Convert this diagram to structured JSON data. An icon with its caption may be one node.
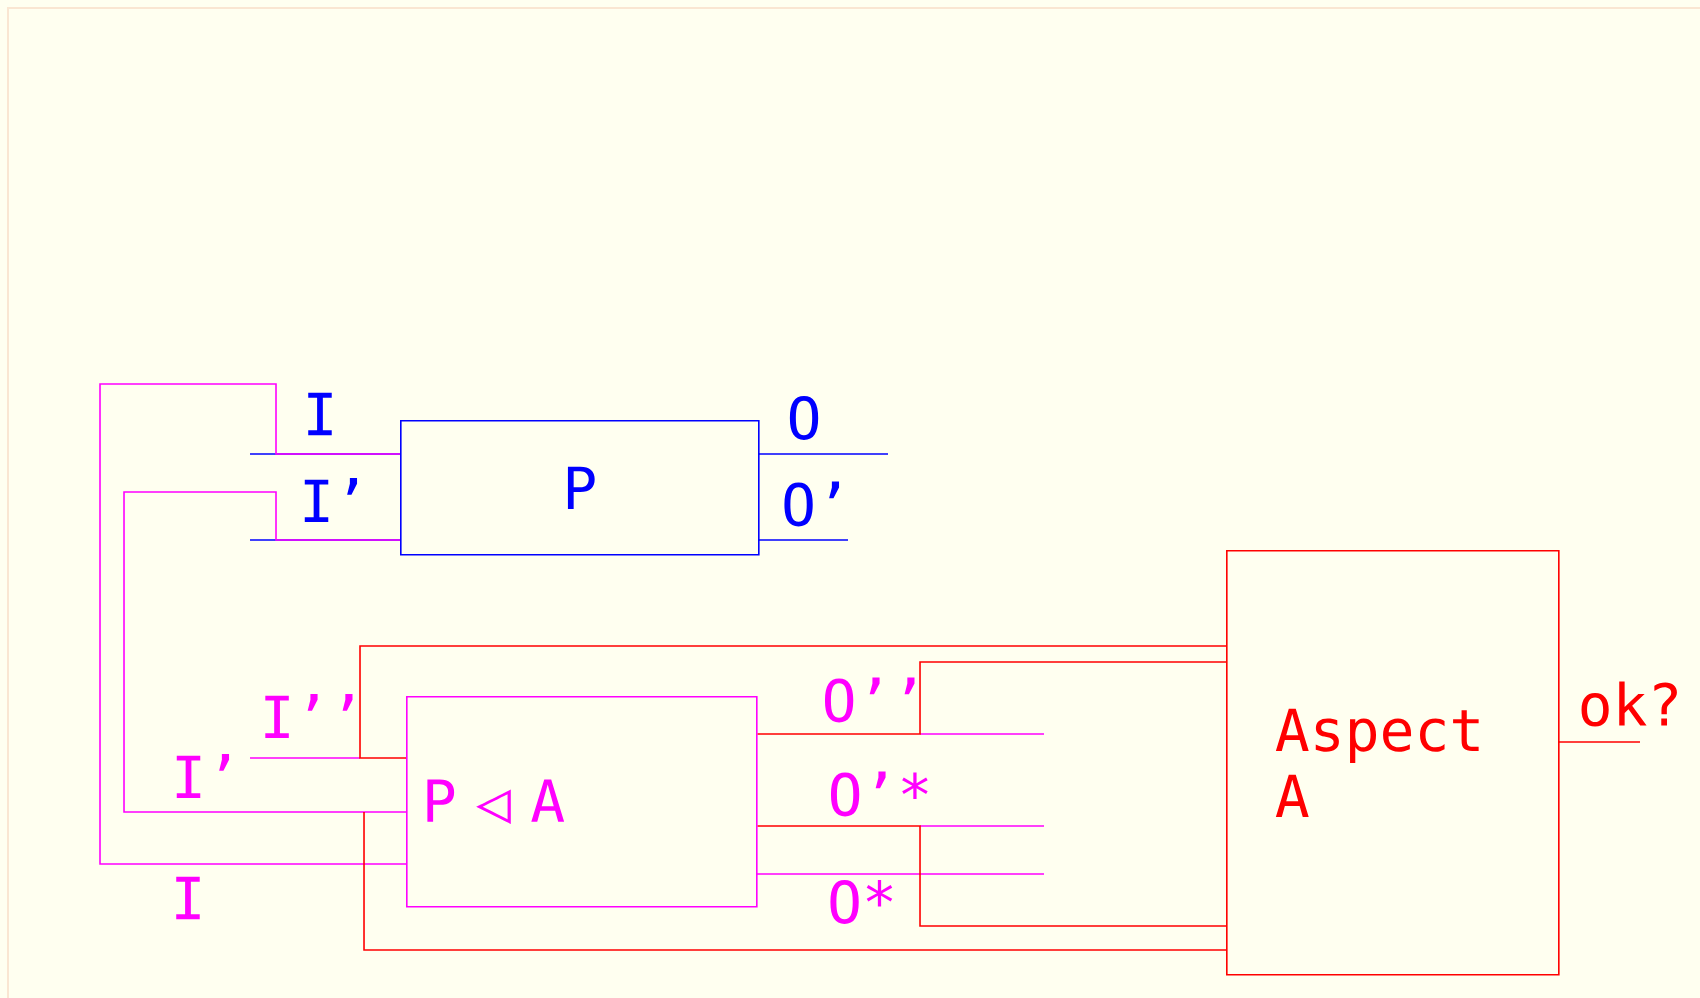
{
  "diagram": {
    "nodes": [
      {
        "text": [
          "P"
        ]
      },
      {
        "text": [
          "P ◁ A"
        ]
      },
      {
        "text": [
          "Aspect A"
        ]
      }
    ],
    "edges": [
      {
        "from": 0,
        "to": 1,
        "arrow": "none",
        "color": "#ff00ff"
      },
      {
        "from": 0,
        "to": 1,
        "arrow": "none",
        "color": "#ff00ff"
      },
      {
        "from": 1,
        "to": 2,
        "arrow": "none"
      },
      {
        "from": 1,
        "to": 2,
        "arrow": "none"
      },
      {
        "from": 1,
        "to": 2,
        "arrow": "none"
      },
      {
        "from": null,
        "to": 2,
        "arrow": "none"
      }
    ],
    "labels": [
      "I",
      "I’",
      "O",
      "O’",
      "I’’",
      "I’",
      "I",
      "O’’",
      "O’*",
      "O*",
      "ok?"
    ]
  }
}
